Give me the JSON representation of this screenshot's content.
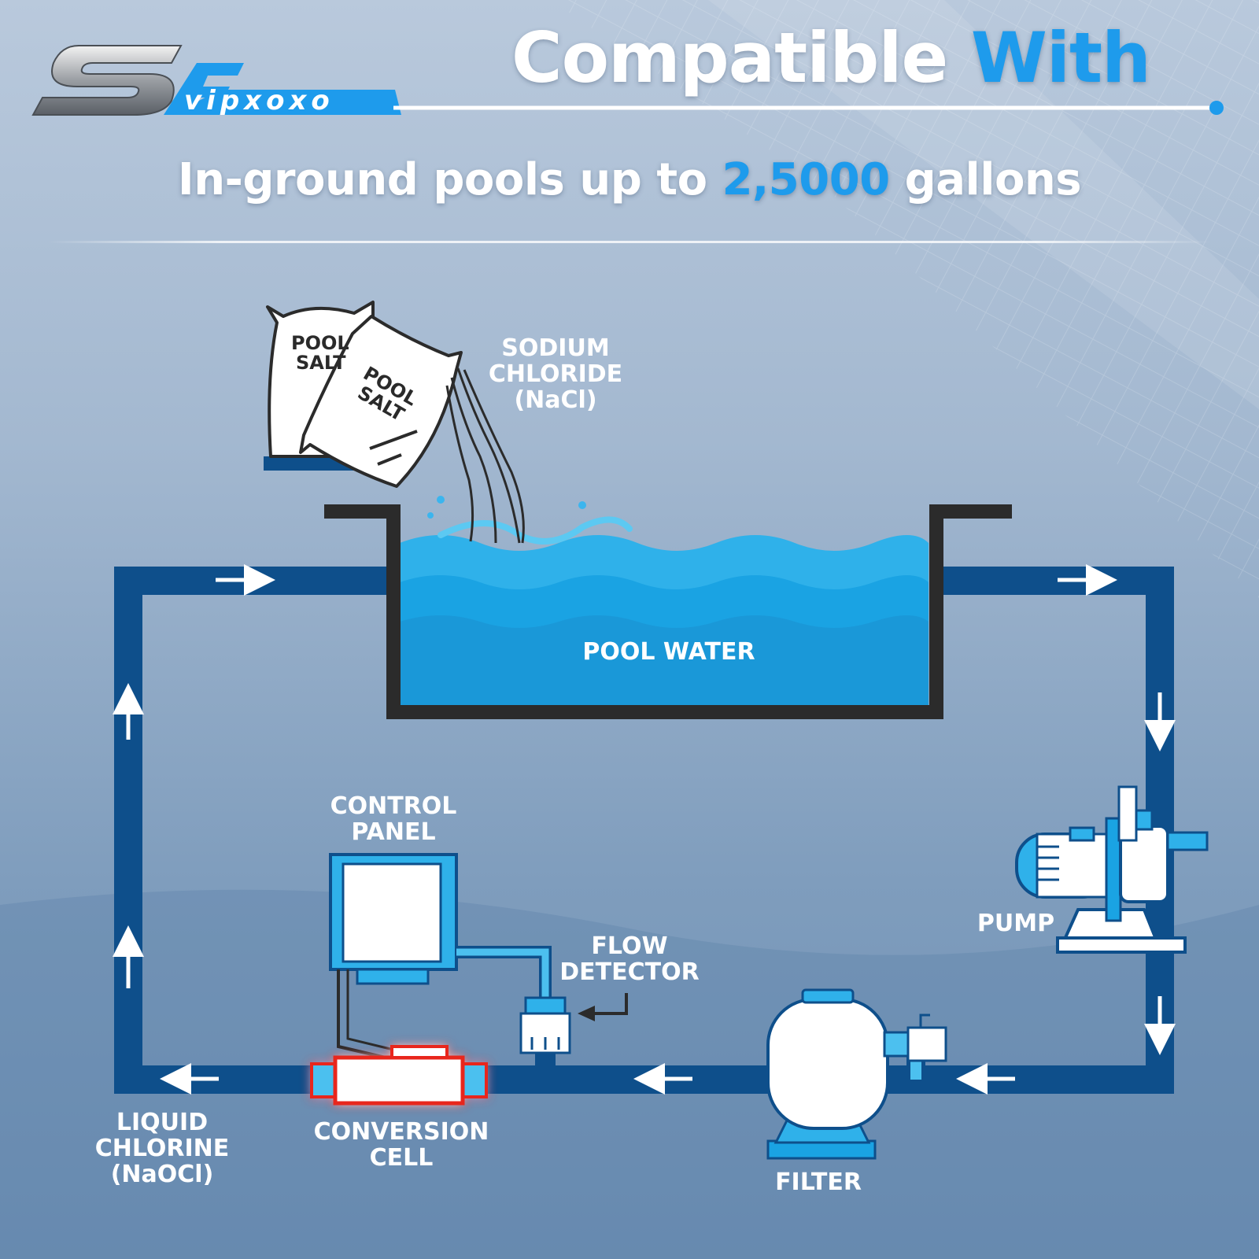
{
  "brand": {
    "mark": "SF",
    "name": "vipxoxo"
  },
  "header": {
    "title_main": "Compatible",
    "title_highlight": "With",
    "subtitle_before": "In-ground pools up to",
    "subtitle_number": "2,5000",
    "subtitle_after": "gallons"
  },
  "diagram": {
    "bag_back": [
      "POOL",
      "SALT"
    ],
    "bag_front": [
      "POOL",
      "SALT"
    ],
    "sodium": [
      "SODIUM",
      "CHLORIDE",
      "(NaCl)"
    ],
    "pool_water": "POOL WATER",
    "control_panel": [
      "CONTROL",
      "PANEL"
    ],
    "flow_detector": [
      "FLOW",
      "DETECTOR"
    ],
    "pump": "PUMP",
    "filter": "FILTER",
    "conversion_cell": [
      "CONVERSION",
      "CELL"
    ],
    "liquid_chlorine": [
      "LIQUID",
      "CHLORINE",
      "(NaOCl)"
    ]
  },
  "colors": {
    "pipe": "#0e4f8b",
    "water": "#1aa3e3",
    "water_light": "#4fc3f0",
    "accent": "#1e9bec",
    "cell_glow": "#e8261e",
    "pool_wall": "#2b2b2b"
  }
}
